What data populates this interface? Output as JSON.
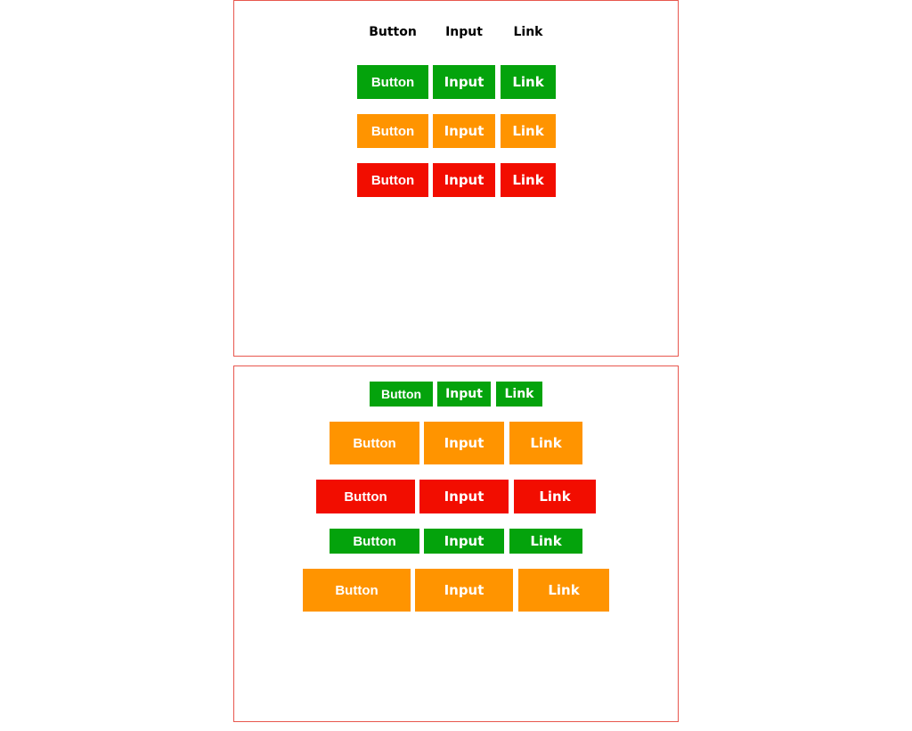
{
  "colors": {
    "green": "#04a30c",
    "orange": "#ff9400",
    "red": "#f20d00",
    "border": "#e8574e"
  },
  "top_panel": {
    "rows": [
      {
        "variant": "plain",
        "items": [
          "Button",
          "Input",
          "Link"
        ]
      },
      {
        "variant": "green",
        "items": [
          "Button",
          "Input",
          "Link"
        ]
      },
      {
        "variant": "orange",
        "items": [
          "Button",
          "Input",
          "Link"
        ]
      },
      {
        "variant": "red",
        "items": [
          "Button",
          "Input",
          "Link"
        ]
      }
    ]
  },
  "bottom_panel": {
    "rows": [
      {
        "variant": "green",
        "items": [
          "Button",
          "Input",
          "Link"
        ]
      },
      {
        "variant": "orange",
        "items": [
          "Button",
          "Input",
          "Link"
        ]
      },
      {
        "variant": "red",
        "items": [
          "Button",
          "Input",
          "Link"
        ]
      },
      {
        "variant": "green",
        "items": [
          "Button",
          "Input",
          "Link"
        ]
      },
      {
        "variant": "orange",
        "items": [
          "Button",
          "Input",
          "Link"
        ]
      }
    ]
  }
}
